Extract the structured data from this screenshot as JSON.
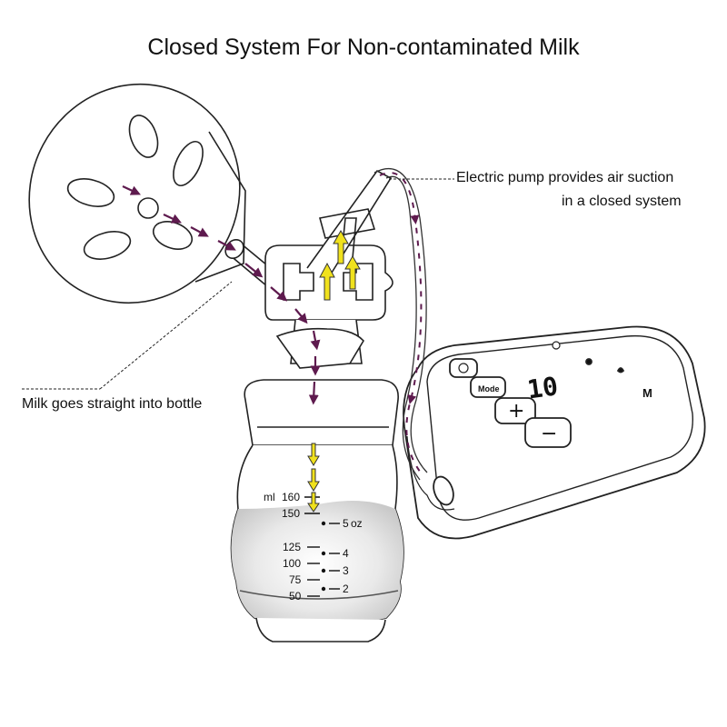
{
  "title": "Closed System For Non-contaminated Milk",
  "annotations": {
    "pump_line1": "Electric pump provides air suction",
    "pump_line2": "in a closed system",
    "milk": "Milk goes straight into bottle"
  },
  "bottle_scale": {
    "unit_ml": "ml",
    "ml_marks": [
      "160",
      "150",
      "125",
      "100",
      "75",
      "50"
    ],
    "oz_marks": [
      "5",
      "4",
      "3",
      "2"
    ],
    "unit_oz": "oz"
  },
  "pump_unit": {
    "display_value": "10",
    "mode_label": "Mode",
    "plus_label": "+",
    "minus_label": "−",
    "m_label": "M"
  },
  "colors": {
    "flow_arrow": "#5e1a4e",
    "suction_arrow": "#f0e11d",
    "outline": "#222222"
  }
}
